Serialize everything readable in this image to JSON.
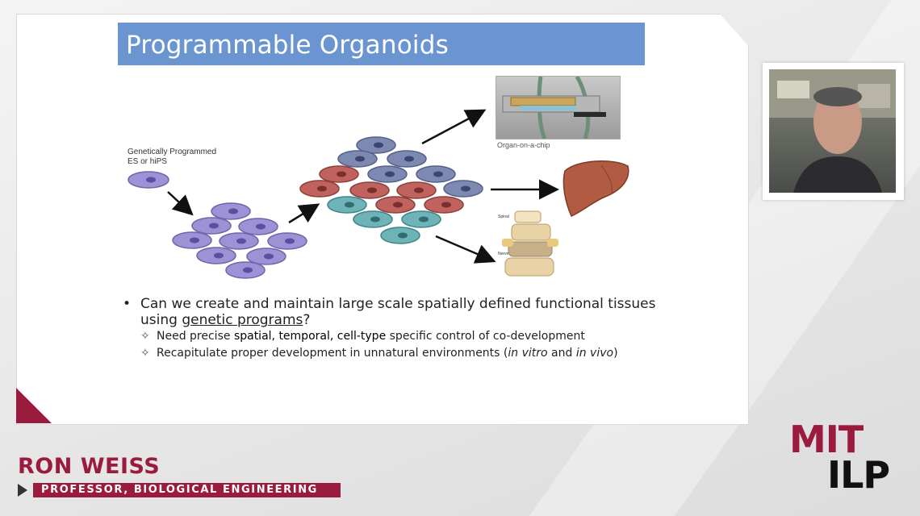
{
  "slide": {
    "title": "Programmable Organoids",
    "cell_label_line1": "Genetically Programmed",
    "cell_label_line2": "ES or hiPS",
    "chip_caption": "Organ-on-a-chip",
    "spine_labels": [
      "Spinal Cord",
      "Nerve Root"
    ],
    "bullet": {
      "text_a": "Can we create and maintain large scale spatially defined functional tissues",
      "text_b_pre": "using ",
      "text_b_link": "genetic programs",
      "text_b_post": "?",
      "sub1_pre": "Need precise ",
      "sub1_bold": "spatial, temporal, cell-type",
      "sub1_post": " specific control of co-development",
      "sub2_pre": "Recapitulate proper development in unnatural environments (",
      "sub2_it1": "in vitro",
      "sub2_mid": " and ",
      "sub2_it2": "in vivo",
      "sub2_post": ")"
    }
  },
  "speaker": {
    "name": "RON WEISS",
    "role": "PROFESSOR, BIOLOGICAL ENGINEERING"
  },
  "logo": {
    "top": "MIT",
    "bottom": "ILP"
  },
  "colors": {
    "brand": "#9b1b3e",
    "title_bar": "#6b95d0",
    "cell_purple": "#9d92d6",
    "cell_slate": "#7d89b0",
    "cell_red": "#c0635e",
    "cell_teal": "#6db3b8"
  }
}
